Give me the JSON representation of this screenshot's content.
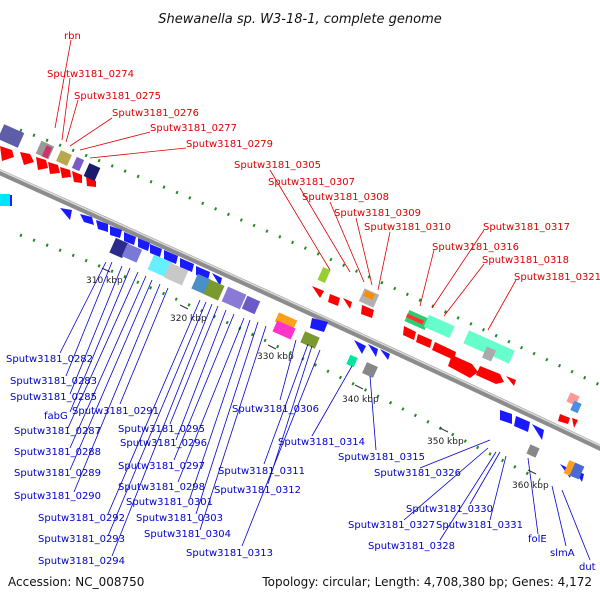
{
  "title": "Shewanella sp. W3-18-1, complete genome",
  "accession": "Accession: NC_008750",
  "topology": "Topology: circular; Length: 4,708,380 bp; Genes: 4,172",
  "colors": {
    "forward_label": "#dd0000",
    "reverse_label": "#0000cc",
    "forward_feature": "#ff0000",
    "reverse_feature": "#1a1aff",
    "backbone": "#8c8c8c"
  },
  "ticks": [
    "310 kbp",
    "320 kbp",
    "330 kbp",
    "340 kbp",
    "350 kbp",
    "360 kbp"
  ],
  "forward_genes": [
    "rbn",
    "Sputw3181_0274",
    "Sputw3181_0275",
    "Sputw3181_0276",
    "Sputw3181_0277",
    "Sputw3181_0279",
    "Sputw3181_0305",
    "Sputw3181_0307",
    "Sputw3181_0308",
    "Sputw3181_0309",
    "Sputw3181_0310",
    "Sputw3181_0317",
    "Sputw3181_0316",
    "Sputw3181_0318",
    "Sputw3181_0321"
  ],
  "reverse_genes": [
    "Sputw3181_0282",
    "Sputw3181_0283",
    "Sputw3181_0285",
    "fabG",
    "Sputw3181_0287",
    "Sputw3181_0288",
    "Sputw3181_0289",
    "Sputw3181_0290",
    "Sputw3181_0292",
    "Sputw3181_0293",
    "Sputw3181_0294",
    "Sputw3181_0291",
    "Sputw3181_0295",
    "Sputw3181_0296",
    "Sputw3181_0297",
    "Sputw3181_0298",
    "Sputw3181_0301",
    "Sputw3181_0303",
    "Sputw3181_0304",
    "Sputw3181_0306",
    "Sputw3181_0311",
    "Sputw3181_0312",
    "Sputw3181_0313",
    "Sputw3181_0314",
    "Sputw3181_0315",
    "Sputw3181_0326",
    "Sputw3181_0330",
    "Sputw3181_0327",
    "Sputw3181_0331",
    "Sputw3181_0328",
    "folE",
    "slmA",
    "dut"
  ]
}
